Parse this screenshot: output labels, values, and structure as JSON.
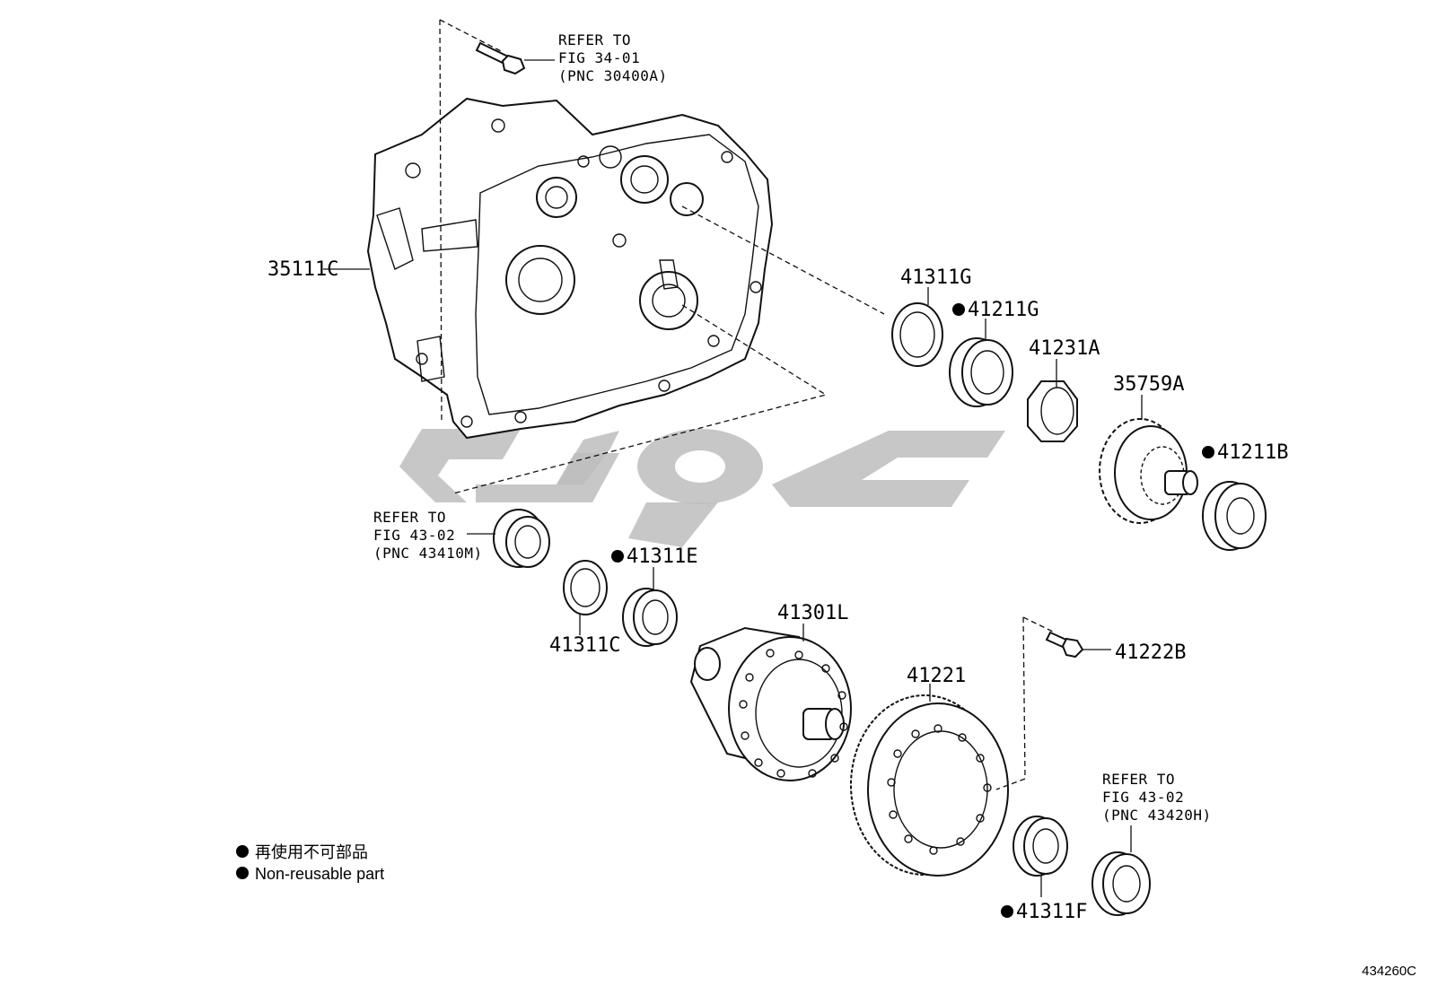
{
  "legend": {
    "line_ja": "再使用不可部品",
    "line_en": "Non-reusable part"
  },
  "figure_id": "434260C",
  "parts": {
    "p35111C": "35111C",
    "p41311G": "41311G",
    "p41211G": "41211G",
    "p41231A": "41231A",
    "p35759A": "35759A",
    "p41211B": "41211B",
    "p41311E": "41311E",
    "p41311C": "41311C",
    "p41301L": "41301L",
    "p41221": "41221",
    "p41222B": "41222B",
    "p41311F": "41311F"
  },
  "refs": {
    "r1": {
      "l1": "REFER TO",
      "l2": "FIG 34-01",
      "l3": "(PNC 30400A)"
    },
    "r2": {
      "l1": "REFER TO",
      "l2": "FIG 43-02",
      "l3": "(PNC 43410M)"
    },
    "r3": {
      "l1": "REFER TO",
      "l2": "FIG 43-02",
      "l3": "(PNC 43420H)"
    }
  }
}
